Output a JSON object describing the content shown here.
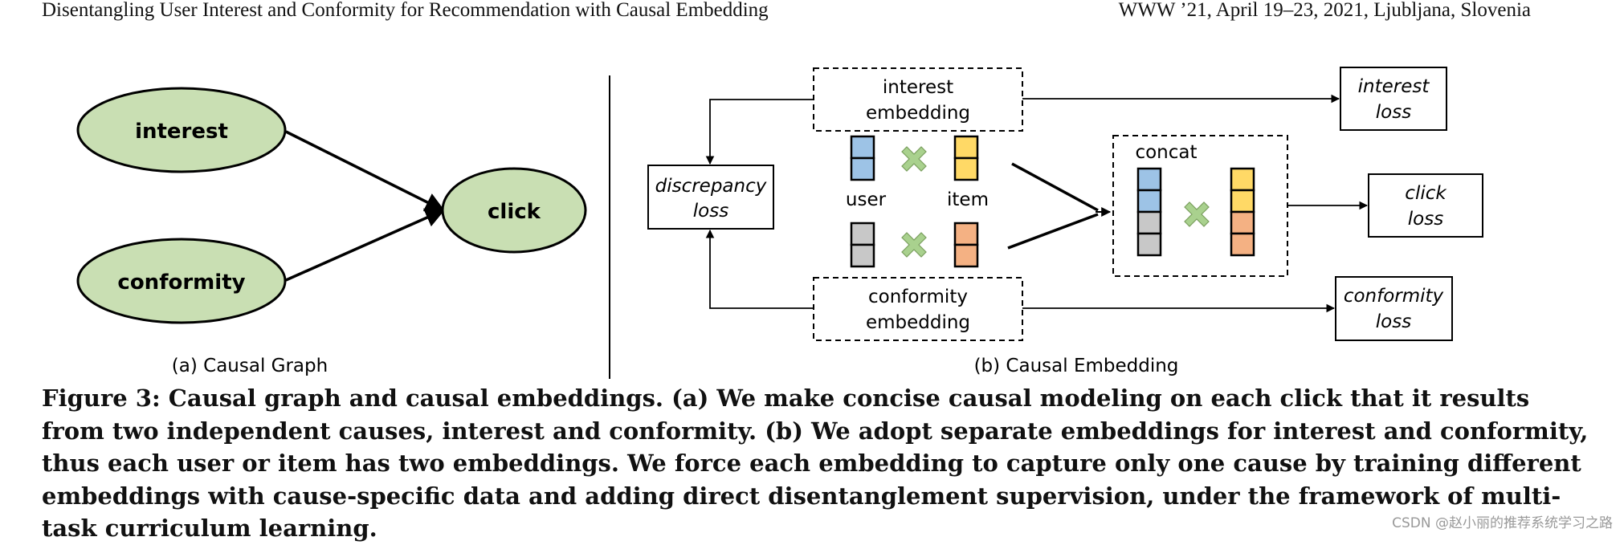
{
  "header": {
    "title": "Disentangling User Interest and Conformity for Recommendation with Causal Embedding",
    "venue": "WWW ’21, April 19–23, 2021, Ljubljana, Slovenia"
  },
  "panel_a": {
    "nodes": {
      "interest": "interest",
      "conformity": "conformity",
      "click": "click"
    },
    "label": "(a) Causal Graph"
  },
  "panel_b": {
    "interest_embedding": [
      "interest",
      "embedding"
    ],
    "conformity_embedding": [
      "conformity",
      "embedding"
    ],
    "discrepancy_loss": [
      "discrepancy",
      "loss"
    ],
    "interest_loss": [
      "interest",
      "loss"
    ],
    "click_loss": [
      "click",
      "loss"
    ],
    "conformity_loss": [
      "conformity",
      "loss"
    ],
    "user_label": "user",
    "item_label": "item",
    "concat_label": "concat",
    "label": "(b) Causal Embedding"
  },
  "colors": {
    "node_fill": "#c9dfb3",
    "interest_user": "#9dc3e6",
    "interest_item": "#ffd966",
    "conformity_user": "#c8c8c8",
    "conformity_item": "#f4b183",
    "times_mark": "#a9d18e"
  },
  "caption": "Figure 3: Causal graph and causal embeddings. (a) We make concise causal modeling on each click that it results from two independent causes, interest and conformity. (b) We adopt separate embeddings for interest and conformity, thus each user or item has two embeddings. We force each embedding to capture only one cause by training different embeddings with cause-specific data and adding direct disentanglement supervision, under the framework of multi-task curriculum learning.",
  "watermark": "CSDN @赵小丽的推荐系统学习之路"
}
